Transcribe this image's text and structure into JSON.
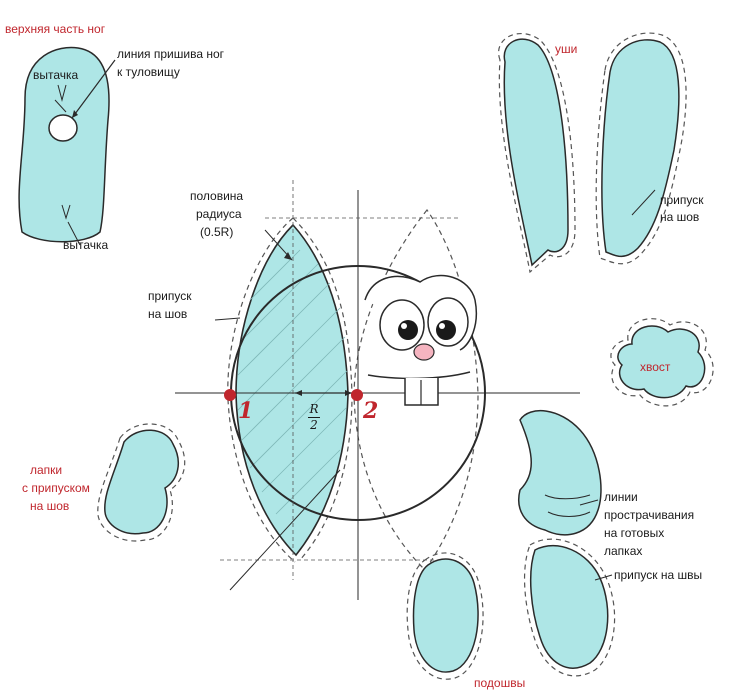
{
  "colors": {
    "fabric": "#aee6e6",
    "outline": "#2a2a2a",
    "dash": "#555555",
    "red": "#c0262d",
    "nose": "#f5b4c0"
  },
  "labels": {
    "upper_leg": "верхняя часть ног",
    "dart_top": "вытачка",
    "sewing_line_1": "линия пришива ног",
    "sewing_line_2": "к туловищу",
    "dart_bottom": "вытачка",
    "ears": "уши",
    "seam_ears_1": "припуск",
    "seam_ears_2": "на шов",
    "half_radius_1": "половина",
    "half_radius_2": "радиуса",
    "half_radius_3": "(0.5R)",
    "seam_head_1": "припуск",
    "seam_head_2": "на шов",
    "tail": "хвост",
    "point_1": "1",
    "point_2": "2",
    "r_num": "R",
    "r_den": "2",
    "paws_1": "лапки",
    "paws_2": "с припуском",
    "paws_3": "на шов",
    "stitch_1": "линии",
    "stitch_2": "прострачивания",
    "stitch_3": "на готовых",
    "stitch_4": "лапках",
    "seam_allow": "припуск на швы",
    "soles": "подошвы"
  }
}
